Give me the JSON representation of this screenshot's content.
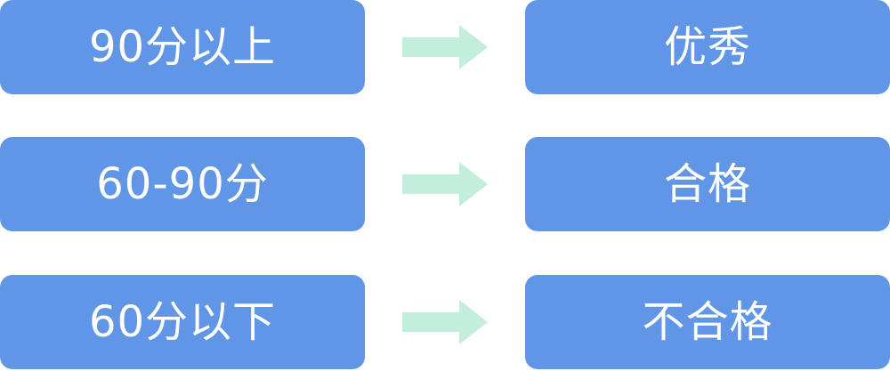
{
  "diagram": {
    "rows": [
      {
        "condition": "90分以上",
        "result": "优秀"
      },
      {
        "condition": "60-90分",
        "result": "合格"
      },
      {
        "condition": "60分以下",
        "result": "不合格"
      }
    ]
  },
  "colors": {
    "box": "#6196e6",
    "text": "#ffffff",
    "arrow": "#c3eedb"
  }
}
